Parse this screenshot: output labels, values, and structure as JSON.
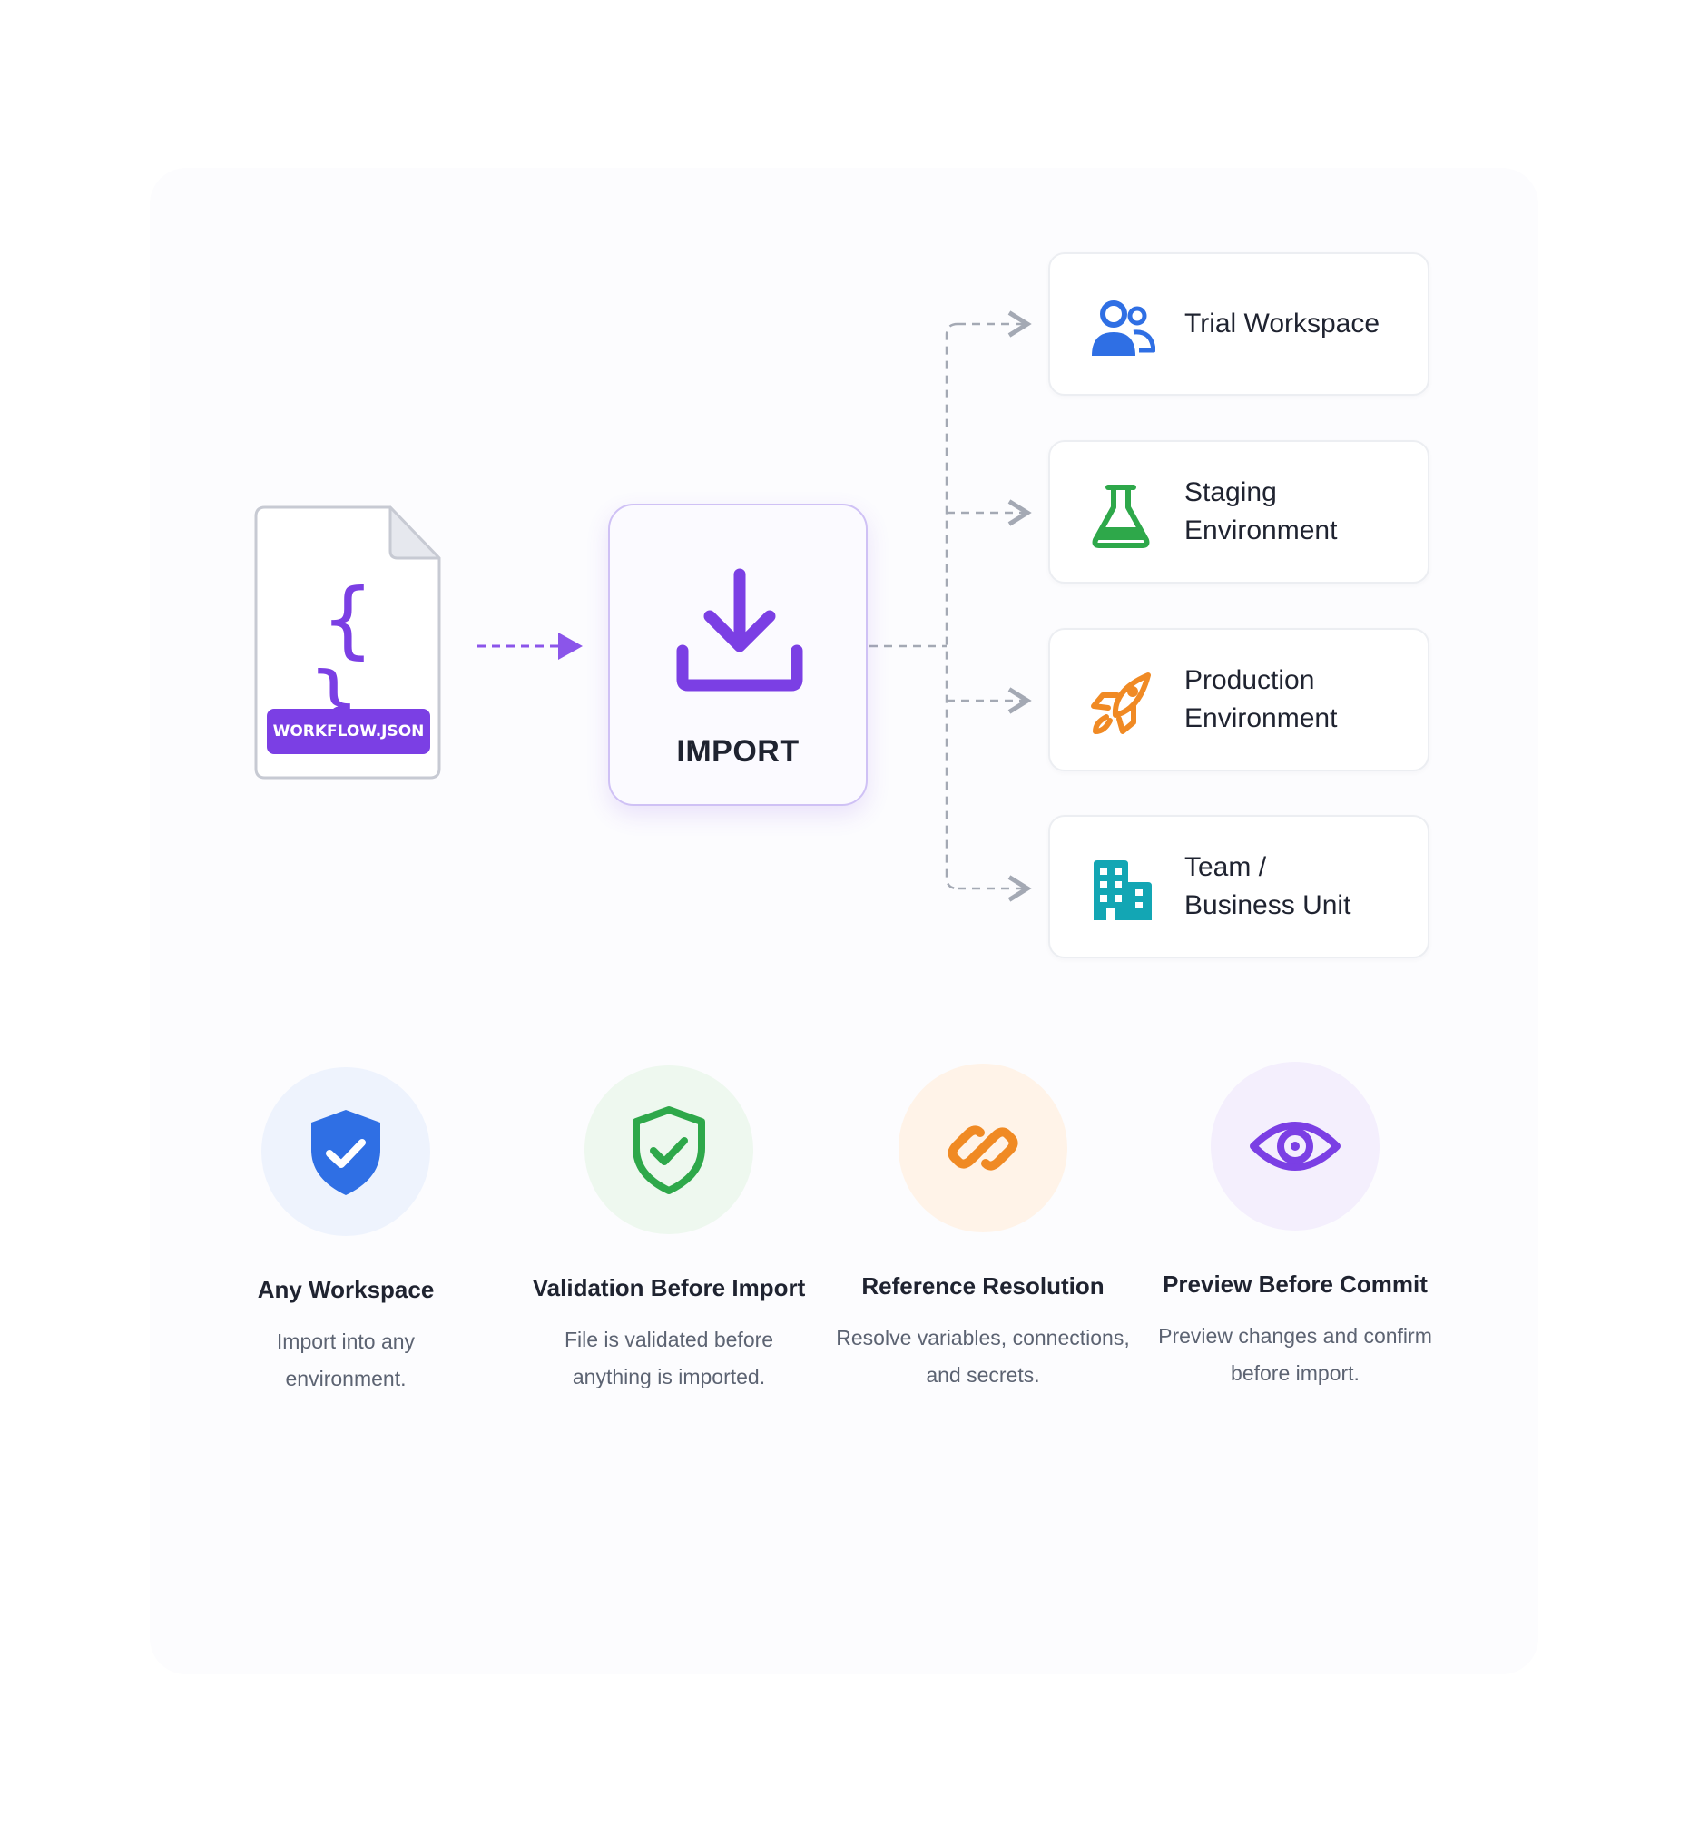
{
  "file": {
    "braces": "{ }",
    "filename": "WORKFLOW.JSON"
  },
  "import": {
    "label": "IMPORT"
  },
  "targets": [
    {
      "lines": [
        "Trial Workspace"
      ],
      "icon": "users-icon",
      "color": "#2f6fe4"
    },
    {
      "lines": [
        "Staging",
        "Environment"
      ],
      "icon": "flask-icon",
      "color": "#2ea84a"
    },
    {
      "lines": [
        "Production",
        "Environment"
      ],
      "icon": "rocket-icon",
      "color": "#f08a24"
    },
    {
      "lines": [
        "Team /",
        "Business Unit"
      ],
      "icon": "building-icon",
      "color": "#13a6b4"
    }
  ],
  "features": [
    {
      "title": "Any Workspace",
      "desc": [
        "Import into any",
        "environment."
      ],
      "icon": "shield-check-filled-icon",
      "color": "#2f6fe4",
      "bg": "#eef3fd"
    },
    {
      "title": "Validation Before Import",
      "desc": [
        "File is validated before",
        "anything is imported."
      ],
      "icon": "shield-check-outline-icon",
      "color": "#2ea84a",
      "bg": "#eef8ef"
    },
    {
      "title": "Reference Resolution",
      "desc": [
        "Resolve variables, connections,",
        "and secrets."
      ],
      "icon": "link-icon",
      "color": "#f08a24",
      "bg": "#fff3e8"
    },
    {
      "title": "Preview Before Commit",
      "desc": [
        "Preview changes and confirm",
        "before import."
      ],
      "icon": "eye-icon",
      "color": "#7b3fe4",
      "bg": "#f4effd"
    }
  ]
}
